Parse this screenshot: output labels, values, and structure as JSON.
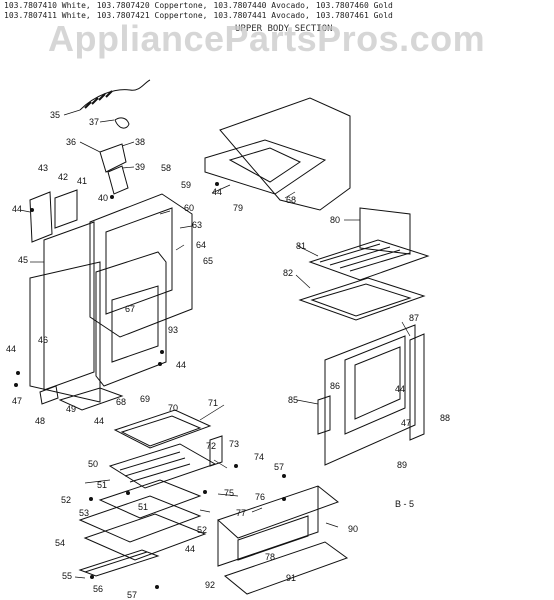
{
  "header": {
    "line1": [
      "103.7807410 White,",
      "103.7807420 Coppertone,",
      "103.7807440 Avocado,",
      "103.7807460 Gold"
    ],
    "line2": [
      "103.7807411 White,",
      "103.7807421 Coppertone,",
      "103.7807441 Avocado,",
      "103.7807461 Gold"
    ],
    "section": "UPPER BODY SECTION"
  },
  "watermark": "AppliancePartsPros.com",
  "page_code": "B - 5",
  "callouts": {
    "c35": "35",
    "c37": "37",
    "c36": "36",
    "c38": "38",
    "c39": "39",
    "c43": "43",
    "c42": "42",
    "c41": "41",
    "c40": "40",
    "c44a": "44",
    "c58": "58",
    "c59": "59",
    "c60": "60",
    "c63": "63",
    "c64": "64",
    "c65": "65",
    "c45": "45",
    "c46": "46",
    "c67": "67",
    "c93": "93",
    "c44b": "44",
    "c44c": "44",
    "c47a": "47",
    "c48": "48",
    "c49": "49",
    "c44d": "44",
    "c68a": "68",
    "c69": "69",
    "c44e": "44",
    "c79": "79",
    "c68b": "68",
    "c80": "80",
    "c81": "81",
    "c82": "82",
    "c87": "87",
    "c86": "86",
    "c44f": "44",
    "c85": "85",
    "c47b": "47",
    "c88": "88",
    "c89": "89",
    "c70": "70",
    "c71": "71",
    "c72": "72",
    "c73": "73",
    "c74": "74",
    "c50": "50",
    "c51a": "51",
    "c75": "75",
    "c52a": "52",
    "c53": "53",
    "c51b": "51",
    "c52b": "52",
    "c54": "54",
    "c44g": "44",
    "c57a": "57",
    "c76": "76",
    "c77": "77",
    "c90": "90",
    "c78": "78",
    "c55": "55",
    "c56": "56",
    "c57b": "57",
    "c92": "92",
    "c91": "91"
  }
}
